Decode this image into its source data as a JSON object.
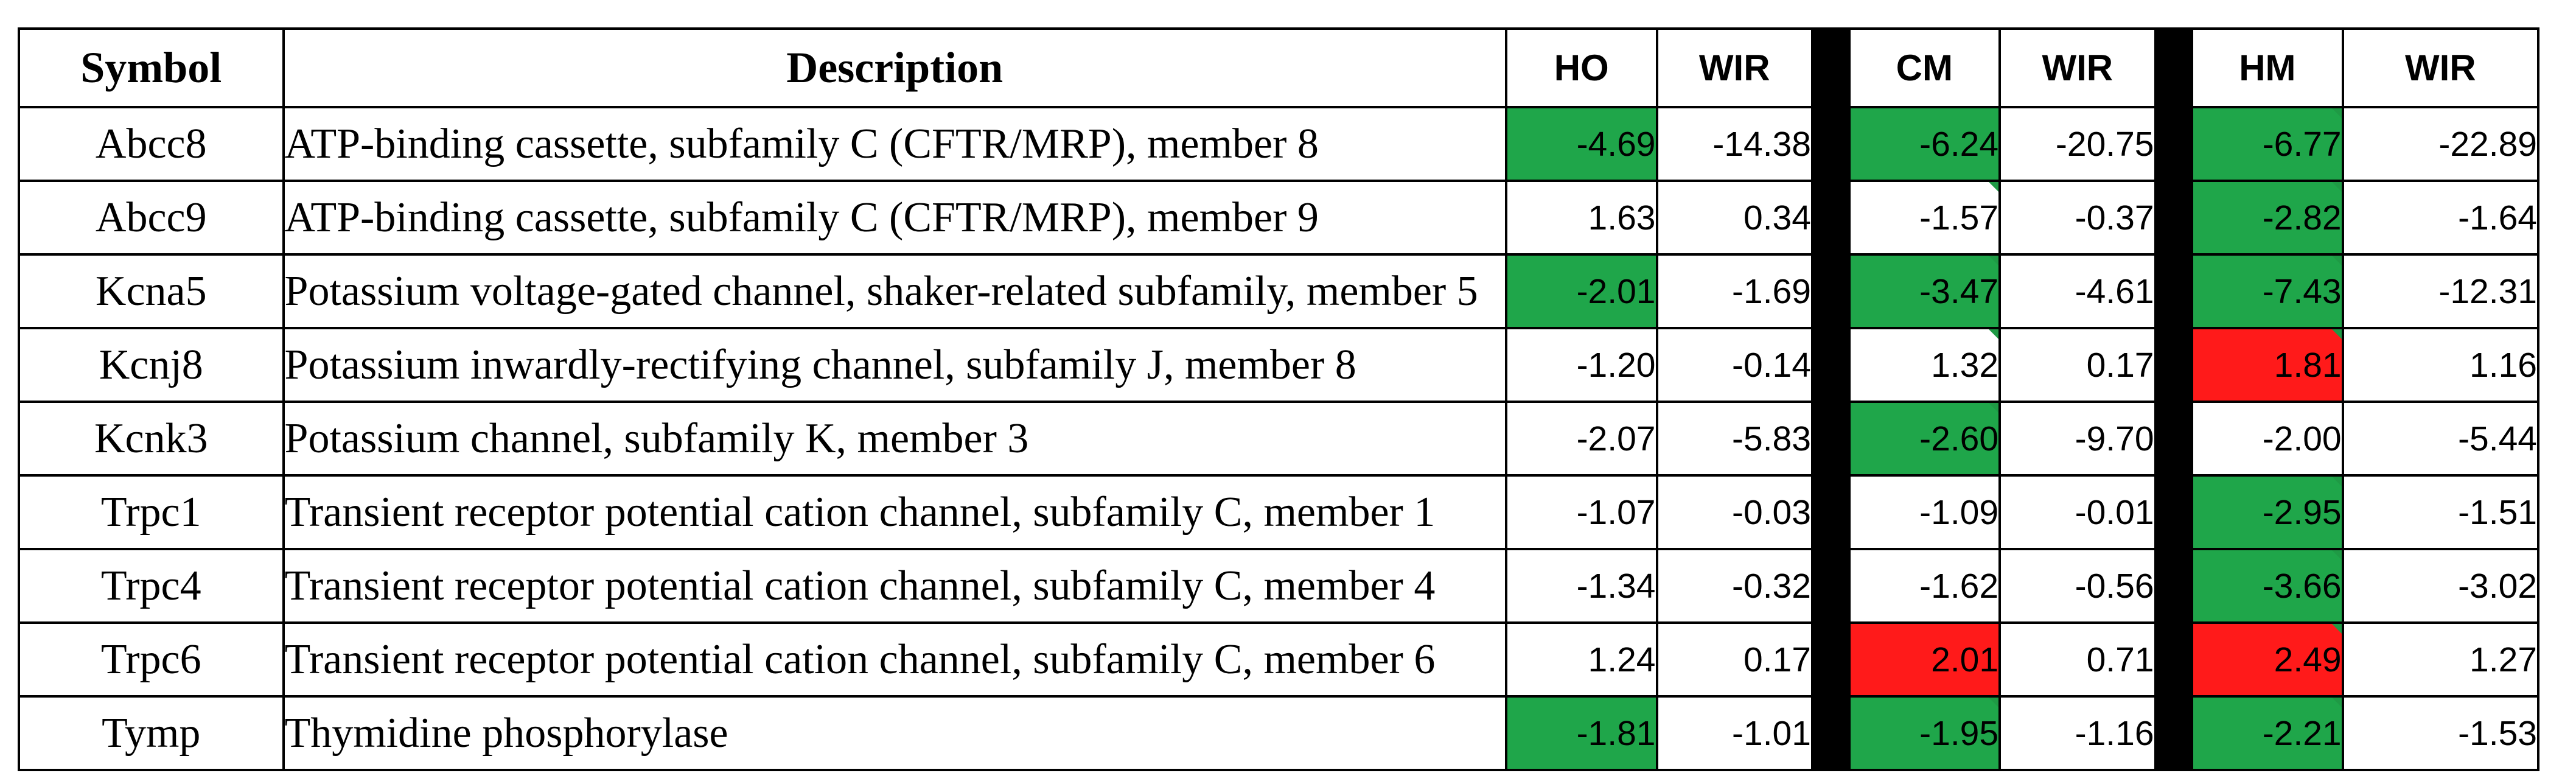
{
  "headers": {
    "symbol": "Symbol",
    "description": "Description",
    "groups": [
      {
        "label": "HO",
        "wir": "WIR"
      },
      {
        "label": "CM",
        "wir": "WIR"
      },
      {
        "label": "HM",
        "wir": "WIR"
      }
    ]
  },
  "colors": {
    "green": "#1fa64a",
    "red": "#ff1a1a",
    "separator": "#000000",
    "corner_flag": "#1f9a45"
  },
  "rows": [
    {
      "symbol": "Abcc8",
      "description": "ATP-binding cassette, subfamily C (CFTR/MRP), member 8",
      "values": [
        {
          "fc": "-4.69",
          "fc_color": "green",
          "wir": "-14.38"
        },
        {
          "fc": "-6.24",
          "fc_color": "green",
          "wir": "-20.75"
        },
        {
          "fc": "-6.77",
          "fc_color": "green",
          "wir": "-22.89",
          "flag": true
        }
      ]
    },
    {
      "symbol": "Abcc9",
      "description": "ATP-binding cassette, subfamily C (CFTR/MRP), member 9",
      "values": [
        {
          "fc": "1.63",
          "fc_color": "",
          "wir": "0.34"
        },
        {
          "fc": "-1.57",
          "fc_color": "",
          "wir": "-0.37",
          "flag": true
        },
        {
          "fc": "-2.82",
          "fc_color": "green",
          "wir": "-1.64",
          "flag": true
        }
      ]
    },
    {
      "symbol": "Kcna5",
      "description": "Potassium voltage-gated channel, shaker-related subfamily, member 5",
      "values": [
        {
          "fc": "-2.01",
          "fc_color": "green",
          "wir": "-1.69"
        },
        {
          "fc": "-3.47",
          "fc_color": "green",
          "wir": "-4.61",
          "flag": true
        },
        {
          "fc": "-7.43",
          "fc_color": "green",
          "wir": "-12.31",
          "flag": true
        }
      ]
    },
    {
      "symbol": "Kcnj8",
      "description": "Potassium inwardly-rectifying channel, subfamily J, member 8",
      "values": [
        {
          "fc": "-1.20",
          "fc_color": "",
          "wir": "-0.14"
        },
        {
          "fc": "1.32",
          "fc_color": "",
          "wir": "0.17",
          "flag": true
        },
        {
          "fc": "1.81",
          "fc_color": "red",
          "wir": "1.16",
          "flag": true
        }
      ]
    },
    {
      "symbol": "Kcnk3",
      "description": "Potassium channel, subfamily K, member 3",
      "values": [
        {
          "fc": "-2.07",
          "fc_color": "",
          "wir": "-5.83"
        },
        {
          "fc": "-2.60",
          "fc_color": "green",
          "wir": "-9.70",
          "flag": true
        },
        {
          "fc": "-2.00",
          "fc_color": "",
          "wir": "-5.44"
        }
      ]
    },
    {
      "symbol": "Trpc1",
      "description": "Transient receptor potential cation channel, subfamily C, member 1",
      "values": [
        {
          "fc": "-1.07",
          "fc_color": "",
          "wir": "-0.03"
        },
        {
          "fc": "-1.09",
          "fc_color": "",
          "wir": "-0.01"
        },
        {
          "fc": "-2.95",
          "fc_color": "green",
          "wir": "-1.51",
          "flag": true
        }
      ]
    },
    {
      "symbol": "Trpc4",
      "description": "Transient receptor potential cation channel, subfamily C, member 4",
      "values": [
        {
          "fc": "-1.34",
          "fc_color": "",
          "wir": "-0.32"
        },
        {
          "fc": "-1.62",
          "fc_color": "",
          "wir": "-0.56"
        },
        {
          "fc": "-3.66",
          "fc_color": "green",
          "wir": "-3.02",
          "flag": true
        }
      ]
    },
    {
      "symbol": "Trpc6",
      "description": "Transient receptor potential cation channel, subfamily C, member 6",
      "values": [
        {
          "fc": "1.24",
          "fc_color": "",
          "wir": "0.17"
        },
        {
          "fc": "2.01",
          "fc_color": "red",
          "wir": "0.71"
        },
        {
          "fc": "2.49",
          "fc_color": "red",
          "wir": "1.27",
          "flag": true
        }
      ]
    },
    {
      "symbol": "Tymp",
      "description": "Thymidine phosphorylase",
      "values": [
        {
          "fc": "-1.81",
          "fc_color": "green",
          "wir": "-1.01"
        },
        {
          "fc": "-1.95",
          "fc_color": "green",
          "wir": "-1.16",
          "flag": true
        },
        {
          "fc": "-2.21",
          "fc_color": "green",
          "wir": "-1.53",
          "flag": true
        }
      ]
    }
  ]
}
